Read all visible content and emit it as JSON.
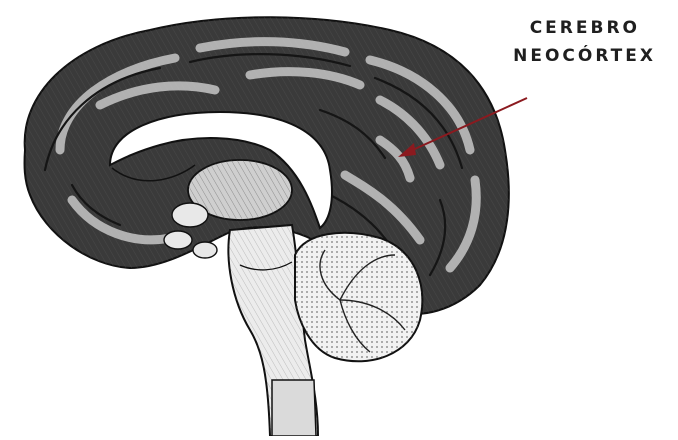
{
  "labels": {
    "line1": "CEREBRO",
    "line2": "NEOCÓRTEX"
  },
  "colors": {
    "ink": "#1f1f1f",
    "arrow": "#8b1a1f",
    "paper": "#ffffff"
  },
  "parts": [
    "neocortex",
    "corpus-callosum",
    "thalamus",
    "brainstem",
    "cerebellum",
    "spinal-cord"
  ]
}
